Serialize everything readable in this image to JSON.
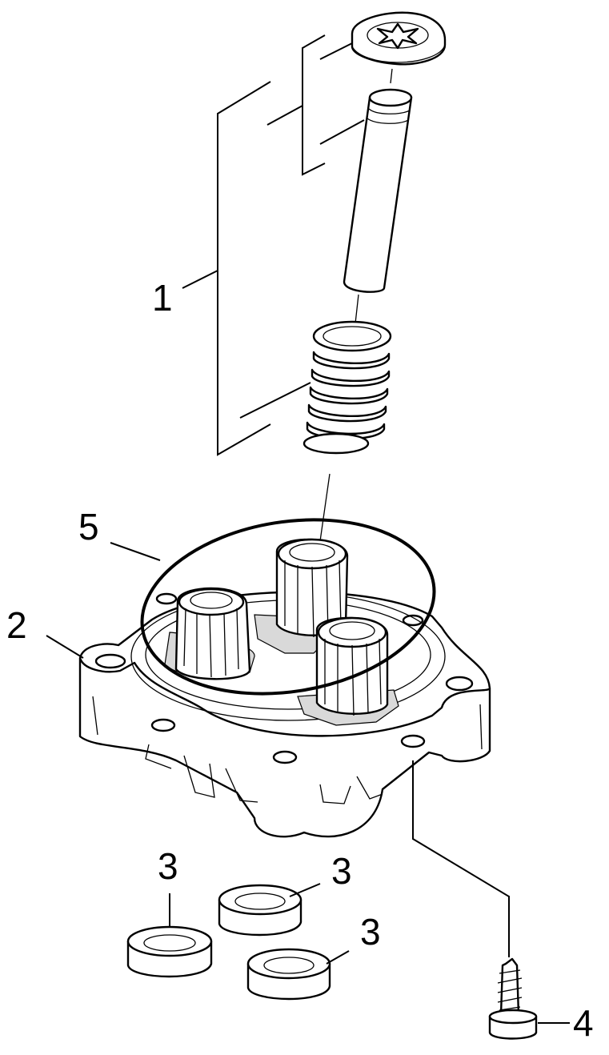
{
  "diagram": {
    "type": "exploded-parts-view",
    "callouts": [
      {
        "id": "c1",
        "label": "1",
        "part": "pin-spring-retainer-kit"
      },
      {
        "id": "c2",
        "label": "2",
        "part": "pump-housing"
      },
      {
        "id": "c3a",
        "label": "3",
        "part": "seal-ring"
      },
      {
        "id": "c3b",
        "label": "3",
        "part": "seal-ring"
      },
      {
        "id": "c3c",
        "label": "3",
        "part": "seal-ring"
      },
      {
        "id": "c4",
        "label": "4",
        "part": "screw"
      },
      {
        "id": "c5",
        "label": "5",
        "part": "o-ring"
      }
    ]
  }
}
